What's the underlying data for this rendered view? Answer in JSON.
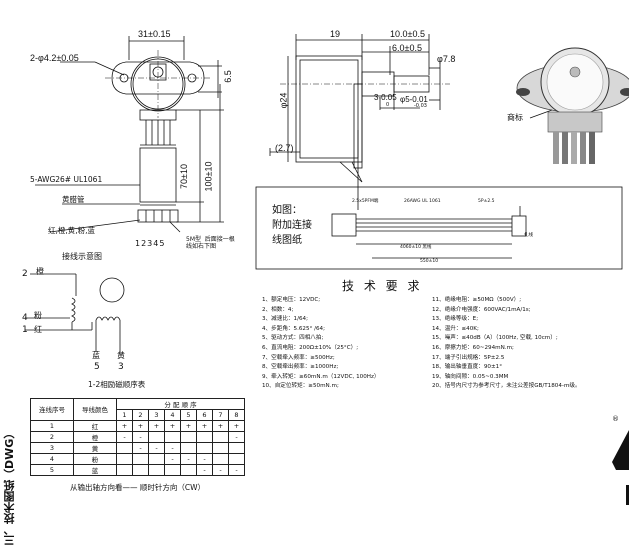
{
  "front_view": {
    "dim_width": "31±0.15",
    "dim_holes": "2-φ4.2±0.05",
    "dim_side": "6.5",
    "wire_label": "5-AWG26# UL1061",
    "sleeve_label": "黄腊管",
    "dim_70": "70±10",
    "dim_100": "100±10",
    "colors_label": "红,橙,黄,粉,蓝",
    "pin_numbers": "12345",
    "connector_label": "5M型  后面接一根\n线如右下图"
  },
  "side_view": {
    "dim_19": "19",
    "dim_10": "10.0±0.5",
    "dim_6": "6.0±0.5",
    "dim_78": "φ7.8",
    "dim_24": "φ24",
    "dim_3": "3-0.05",
    "dim_3_tol": "0",
    "dim_5": "φ5-0.01",
    "dim_5_tol": "-0.03",
    "dim_27": "(2.7)"
  },
  "photo": {
    "label": "商标"
  },
  "schematic": {
    "title": "接线示意图",
    "pin2": "2",
    "pin2_color": "橙",
    "pin4": "4",
    "pin4_color": "粉",
    "pin1": "1",
    "pin1_color": "红",
    "pin5_color": "蓝",
    "pin5": "5",
    "pin3_color": "黄",
    "pin3": "3",
    "caption": "1-2相励磁顺序表"
  },
  "wire_drawing": {
    "text_line1": "如图：",
    "text_line2": "附加连接",
    "text_line3": "线图纸",
    "label_a": "2.5x5PFM端",
    "label_b": "26AWG UL 1061",
    "label_c": "5P±2.5",
    "label_d": "4060±10 黑线",
    "label_e": "550±10",
    "label_f": "扎线"
  },
  "specs": {
    "title": "技 术 要 求",
    "left": [
      "1、额定电压：12VDC;",
      "2、相数：4;",
      "3、减速比：1/64;",
      "4、步距角：5.625° /64;",
      "5、驱动方式：四相八拍;",
      "6、直流电阻：200Ω±10%（25°C）;",
      "7、空载牵入频率：≥500Hz;",
      "8、空载牵出频率：≥1000Hz;",
      "9、牵入转矩：≥60mN.m（12VDC, 100Hz）",
      "10、自定位转矩：≥50mN.m;"
    ],
    "right": [
      "11、绝缘电阻：≥50MΩ（500V）;",
      "12、绝缘介电强度：600VAC/1mA/1s;",
      "13、绝缘等级：E;",
      "14、温升：≤40K;",
      "15、噪声：≤40dB（A）（100Hz, 空载, 10cm）;",
      "16、摩擦力矩：60~294mN.m;",
      "17、端子引出规格：5P±2.5",
      "18、输出轴垂直度：90±1°",
      "19、轴向间隙：0.05~0.3MM",
      "20、括号内尺寸为参考尺寸，未注公差按GB/T1804-m级。"
    ]
  },
  "table": {
    "col1": "连线序号",
    "col2": "导线颜色",
    "group": "分 配 顺 序",
    "steps": [
      "1",
      "2",
      "3",
      "4",
      "5",
      "6",
      "7",
      "8"
    ],
    "rows": [
      {
        "no": "1",
        "color": "红",
        "cells": [
          "+",
          "+",
          "+",
          "+",
          "+",
          "+",
          "+",
          "+"
        ]
      },
      {
        "no": "2",
        "color": "橙",
        "cells": [
          "-",
          "-",
          "",
          "",
          "",
          "",
          "",
          "-"
        ]
      },
      {
        "no": "3",
        "color": "黄",
        "cells": [
          "",
          "-",
          "-",
          "-",
          "",
          "",
          "",
          ""
        ]
      },
      {
        "no": "4",
        "color": "粉",
        "cells": [
          "",
          "",
          "",
          "-",
          "-",
          "-",
          "",
          ""
        ]
      },
      {
        "no": "5",
        "color": "蓝",
        "cells": [
          "",
          "",
          "",
          "",
          "",
          "-",
          "-",
          "-"
        ]
      }
    ],
    "footer": "从输出轴方向看——  顺时针方向（CW）"
  },
  "section_title": "三、技术图纸（DWG）",
  "reg_mark": "®"
}
